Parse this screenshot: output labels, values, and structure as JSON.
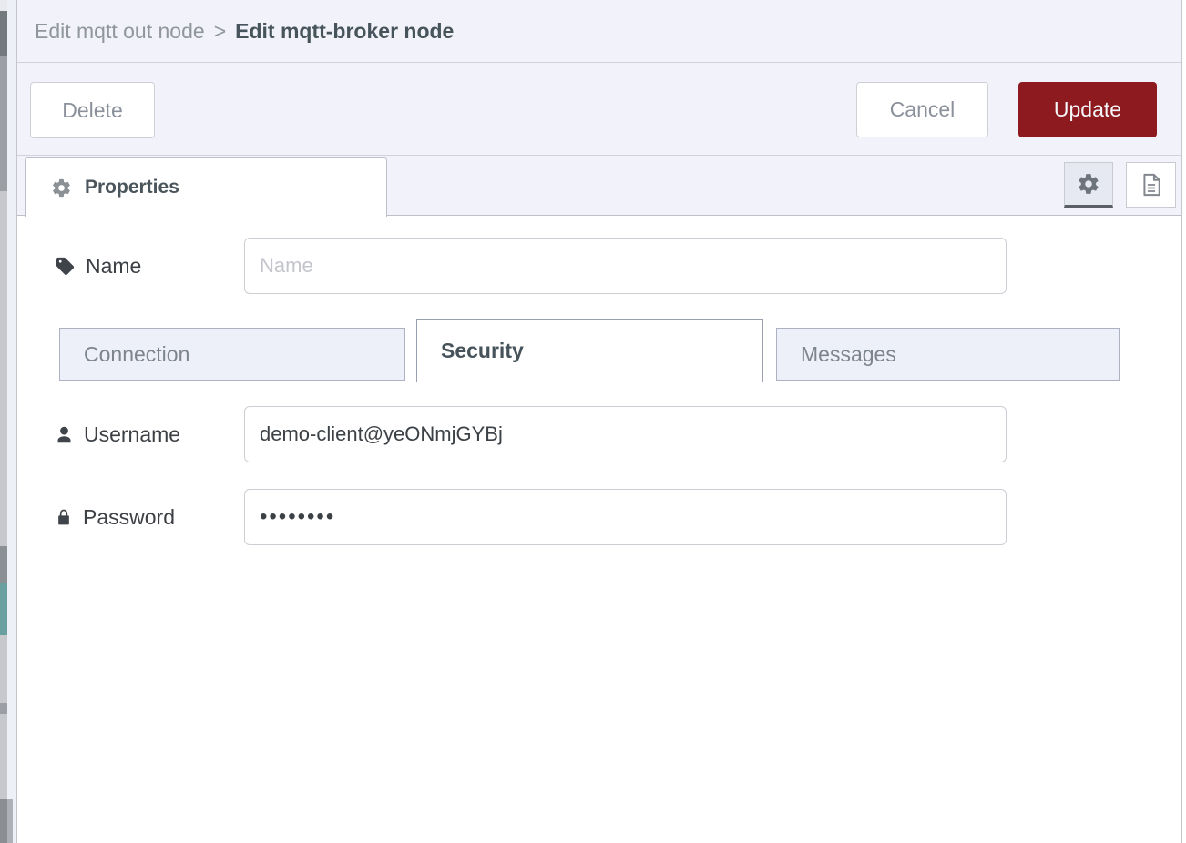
{
  "breadcrumb": {
    "parent": "Edit mqtt out node",
    "separator": ">",
    "current": "Edit mqtt-broker node"
  },
  "toolbar": {
    "delete_label": "Delete",
    "cancel_label": "Cancel",
    "update_label": "Update"
  },
  "panel_tabs": {
    "properties_label": "Properties",
    "properties_icon": "cog-icon",
    "edit_button_icon": "cog-icon",
    "description_button_icon": "file-text-icon"
  },
  "form": {
    "name": {
      "label": "Name",
      "icon": "tag-icon",
      "value": "",
      "placeholder": "Name"
    },
    "tabs": [
      {
        "label": "Connection",
        "active": false
      },
      {
        "label": "Security",
        "active": true
      },
      {
        "label": "Messages",
        "active": false
      }
    ],
    "username": {
      "label": "Username",
      "icon": "user-icon",
      "value": "demo-client@yeONmjGYBj"
    },
    "password": {
      "label": "Password",
      "icon": "lock-icon",
      "value": "••••••••"
    }
  },
  "colors": {
    "update_button": "#8c1a1f",
    "panel_header_bg": "#f1f2fa",
    "inactive_tab_bg": "#eef0f9",
    "active_text": "#46535a",
    "muted_text": "#8b919b"
  }
}
